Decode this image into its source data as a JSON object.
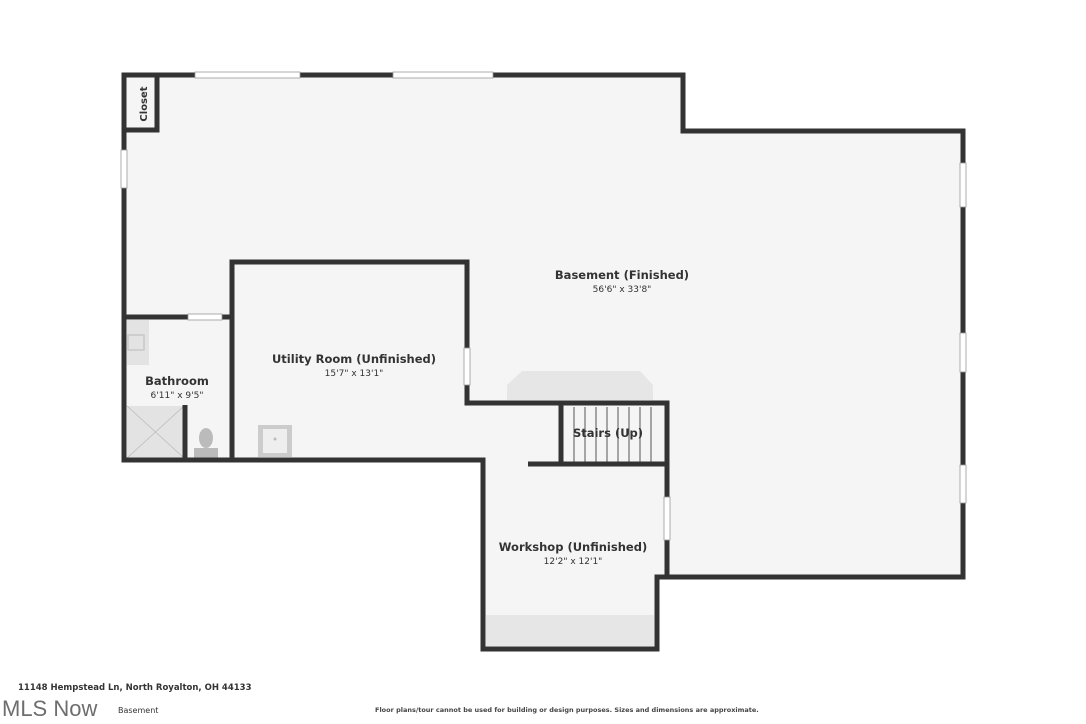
{
  "rooms": {
    "basement": {
      "name": "Basement (Finished)",
      "dims": "56'6\" x 33'8\""
    },
    "utility": {
      "name": "Utility Room (Unfinished)",
      "dims": "15'7\" x 13'1\""
    },
    "bathroom": {
      "name": "Bathroom",
      "dims": "6'11\" x 9'5\""
    },
    "stairs": {
      "name": "Stairs (Up)"
    },
    "workshop": {
      "name": "Workshop (Unfinished)",
      "dims": "12'2\" x 12'1\""
    },
    "closet": {
      "name": "Closet"
    }
  },
  "footer": {
    "address": "11148 Hempstead Ln, North Royalton, OH 44133",
    "floor": "Basement",
    "logo": "MLS Now",
    "disclaimer": "Floor plans/tour cannot be used for building or design purposes. Sizes and dimensions are approximate."
  },
  "colors": {
    "wall": "#333333",
    "floor": "#f5f5f5",
    "fixture": "#dddddd"
  }
}
